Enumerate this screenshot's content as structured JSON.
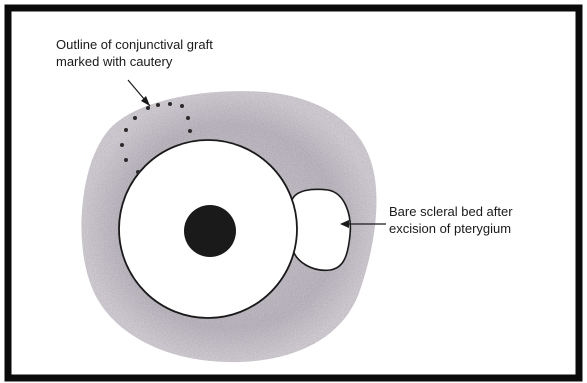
{
  "labels": {
    "graft_outline": {
      "line1": "Outline of conjunctival graft",
      "line2": "marked with cautery"
    },
    "bare_scleral_bed": {
      "line1": "Bare scleral bed after",
      "line2": "excision of pterygium"
    }
  },
  "colors": {
    "frame": "#0a0a0a",
    "conjunctiva_stipple": "#b7b0bc",
    "cornea": "#ffffff",
    "pupil": "#1a1a1a",
    "marks": "#2a2a2a"
  }
}
